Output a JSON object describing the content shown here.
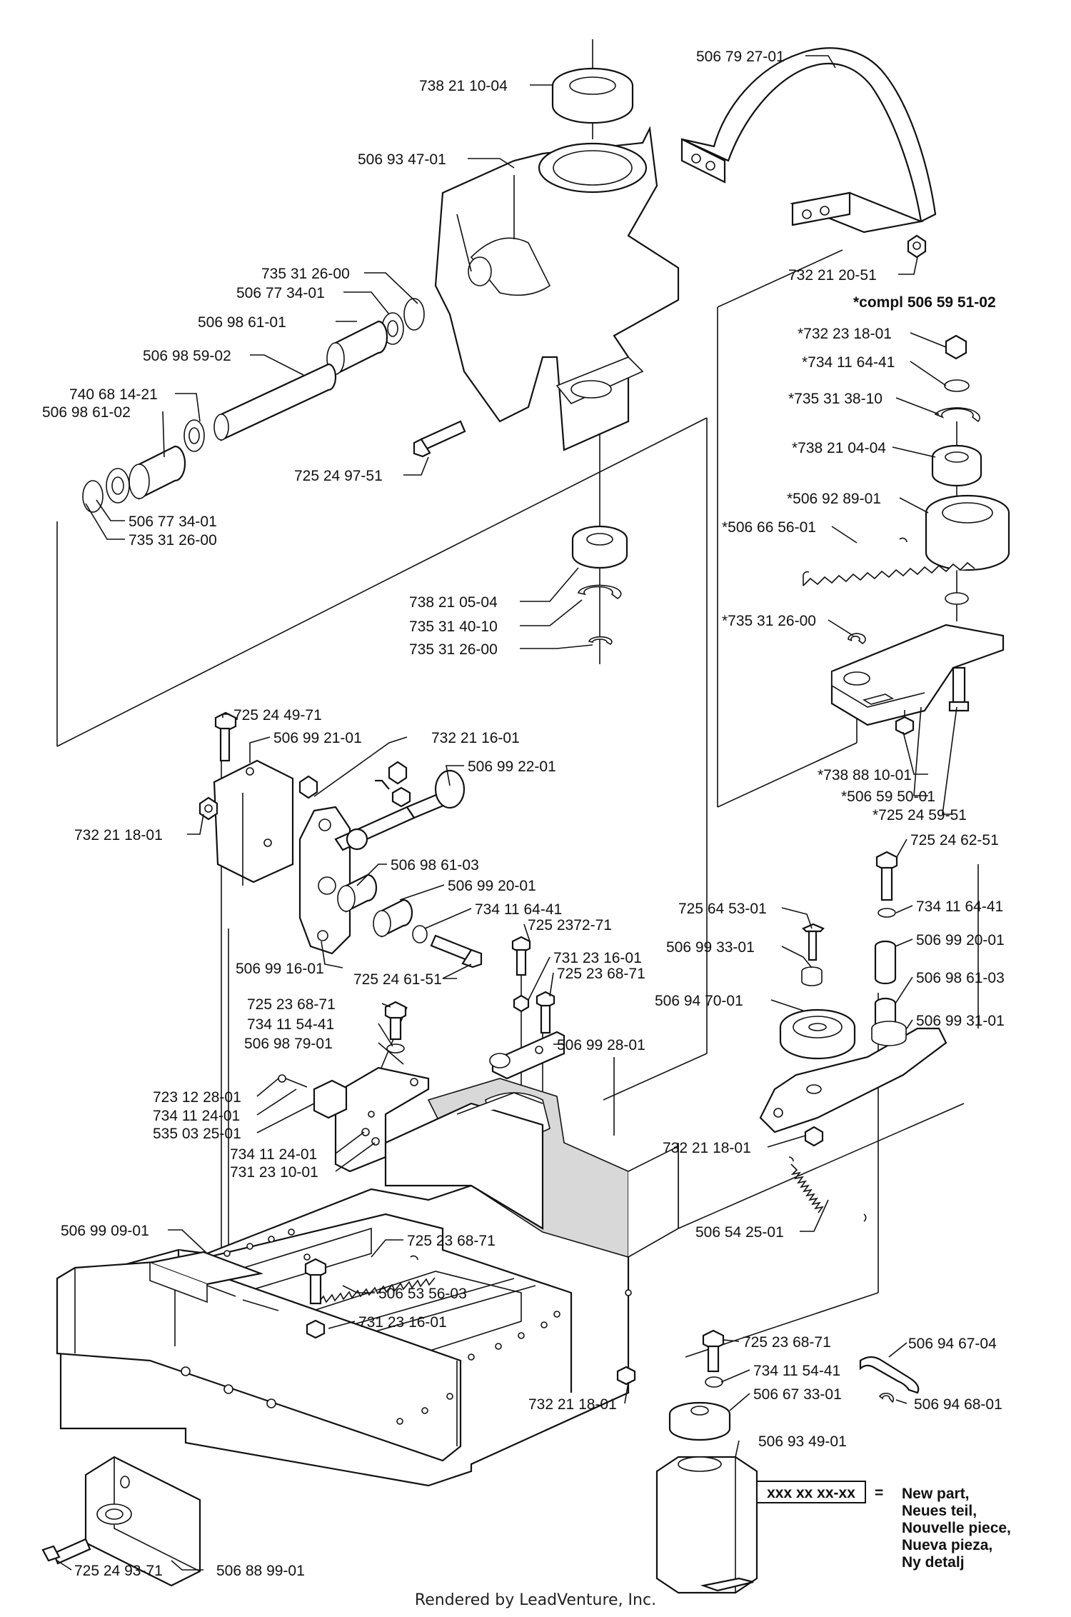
{
  "labels": {
    "l1": "738 21 10-04",
    "l2": "506 79 27-01",
    "l3": "506 93 47-01",
    "l4": "735 31 26-00",
    "l5": "506 77 34-01",
    "l6": "506 98 61-01",
    "l7": "506 98 59-02",
    "l8": "740 68 14-21",
    "l9": "506 98 61-02",
    "l10": "506 77 34-01",
    "l11": "735 31 26-00",
    "l12": "725 24 97-51",
    "l13": "732 21 20-51",
    "l14": "*compl 506 59 51-02",
    "l15": "*732 23 18-01",
    "l16": "*734 11 64-41",
    "l17": "*735 31 38-10",
    "l18": "*738 21 04-04",
    "l19": "*506 92 89-01",
    "l20": "*506 66 56-01",
    "l21": "*735 31 26-00",
    "l22": "*738 88 10-01",
    "l23": "*506 59 50-01",
    "l24": "*725 24 59-51",
    "l25": "738 21 05-04",
    "l26": "735 31 40-10",
    "l27": "735 31 26-00",
    "l28": "725 24 49-71",
    "l29": "506 99 21-01",
    "l30": "732 21 16-01",
    "l31": "506 99 22-01",
    "l32": "732 21 18-01",
    "l33": "506 98 61-03",
    "l34": "506 99 20-01",
    "l35": "734 11 64-41",
    "l36": "725 2372-71",
    "l37": "506 99 16-01",
    "l38": "725 24 61-51",
    "l39": "731 23 16-01",
    "l40": "725 23 68-71",
    "l41": "725 64 53-01",
    "l42": "506 99 33-01",
    "l43": "506 94 70-01",
    "l44": "725 24 62-51",
    "l45": "734 11 64-41",
    "l46": "506 99 20-01",
    "l47": "506 98 61-03",
    "l48": "506 99 31-01",
    "l49": "725 23 68-71",
    "l50": "734 11 54-41",
    "l51": "506 98 79-01",
    "l52": "506 99 28-01",
    "l53": "723 12 28-01",
    "l54": "734 11 24-01",
    "l55": "535 03 25-01",
    "l56": "734 11 24-01",
    "l57": "731 23 10-01",
    "l58": "732 21 18-01",
    "l59": "506 54 25-01",
    "l60": "506 99 09-01",
    "l61": "725 23 68-71",
    "l62": "506 53 56-03",
    "l63": "731 23 16-01",
    "l64": "725 23 68-71",
    "l65": "506 94 67-04",
    "l66": "734 11 54-41",
    "l67": "506 67 33-01",
    "l68": "506 94 68-01",
    "l69": "732 21 18-01",
    "l70": "506 93 49-01",
    "l71": "725 24 93-71",
    "l72": "506 88 99-01"
  },
  "legend": {
    "code": "xxx xx xx-xx",
    "equals": "=",
    "lines": [
      "New part,",
      "Neues teil,",
      "Nouvelle piece,",
      "Nueva pieza,",
      "Ny detalj"
    ]
  },
  "footer": "Rendered by LeadVenture, Inc."
}
